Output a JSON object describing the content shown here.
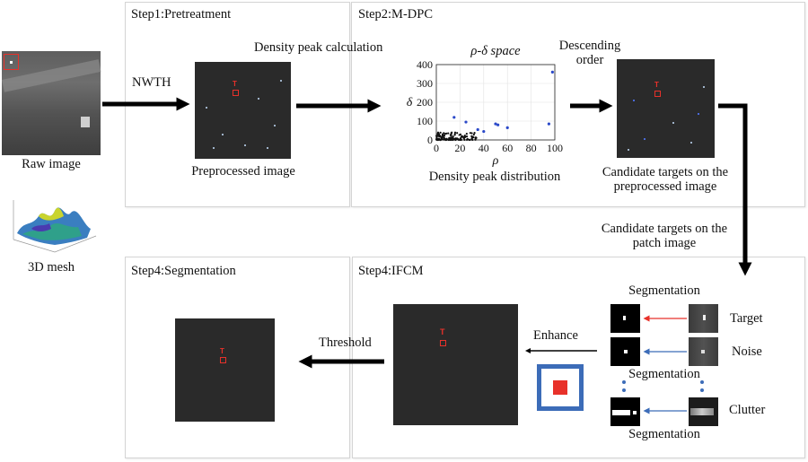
{
  "left": {
    "raw_image_label": "Raw image",
    "mesh_label": "3D mesh"
  },
  "step1": {
    "title": "Step1:Pretreatment",
    "arrow_label": "NWTH",
    "image_caption": "Preprocessed image",
    "target_mark": "T"
  },
  "step2": {
    "title": "Step2:M-DPC",
    "density_calc_label": "Density peak calculation",
    "plot_title": "ρ-δ space",
    "caption": "Density peak distribution",
    "descending_label_line1": "Descending",
    "descending_label_line2": "order",
    "candidate_caption_line1": "Candidate targets on the",
    "candidate_caption_line2": "preprocessed image",
    "target_mark": "T"
  },
  "patch_caption": {
    "line1": "Candidate targets on the",
    "line2": "patch image"
  },
  "step4_ifcm": {
    "title": "Step4:IFCM",
    "enhance_label": "Enhance",
    "segmentation_labels": [
      "Segmentation",
      "Segmentation",
      "Segmentation"
    ],
    "row_labels": [
      "Target",
      "Noise",
      "Clutter"
    ],
    "target_mark": "T"
  },
  "step4_seg": {
    "title": "Step4:Segmentation",
    "threshold_label": "Threshold",
    "target_mark": "T"
  },
  "colors": {
    "target_red": "#e8312a",
    "noise_blue": "#3c6cb8",
    "plot_points": "#2a48c8",
    "arrow": "#000000"
  },
  "chart_data": {
    "type": "scatter",
    "title": "ρ-δ space",
    "xlabel": "ρ",
    "ylabel": "δ",
    "xlim": [
      0,
      100
    ],
    "ylim": [
      0,
      400
    ],
    "xticks": [
      "0",
      "20",
      "40",
      "60",
      "80",
      "100"
    ],
    "yticks": [
      "0",
      "100",
      "200",
      "300",
      "400"
    ],
    "grid": true,
    "outliers": [
      {
        "x": 98,
        "y": 360
      },
      {
        "x": 95,
        "y": 85
      },
      {
        "x": 50,
        "y": 85
      },
      {
        "x": 52,
        "y": 80
      },
      {
        "x": 60,
        "y": 65
      },
      {
        "x": 25,
        "y": 95
      },
      {
        "x": 15,
        "y": 120
      },
      {
        "x": 35,
        "y": 55
      },
      {
        "x": 40,
        "y": 45
      }
    ],
    "cluster": {
      "x_range": [
        0,
        35
      ],
      "y_range": [
        0,
        40
      ]
    }
  }
}
